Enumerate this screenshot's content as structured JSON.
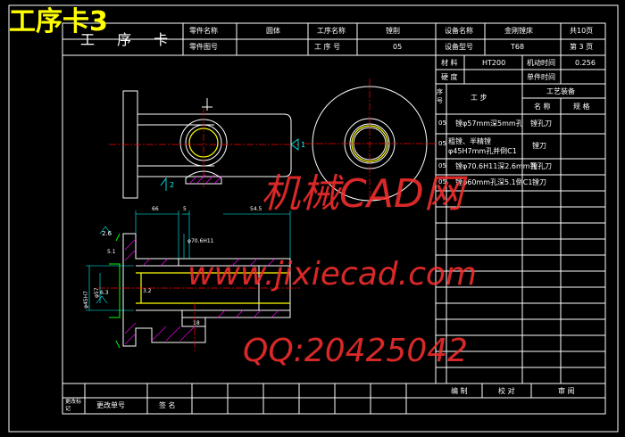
{
  "overlay_title": "工序卡3",
  "card_title": "工 序 卡",
  "header": {
    "part_name_label": "零件名称",
    "part_name": "圆体",
    "process_name_label": "工序名称",
    "process_name": "镗削",
    "equipment_name_label": "设备名称",
    "equipment_name": "金刚镗床",
    "total_pages": "共10页",
    "part_no_label": "零件图号",
    "process_no_label": "工 序 号",
    "process_no": "05",
    "equipment_model_label": "设备型号",
    "equipment_model": "T68",
    "page_no": "第 3 页"
  },
  "info": {
    "material_label": "材 料",
    "material": "HT200",
    "machine_time_label": "机动时间",
    "machine_time": "0.256",
    "hardness_label": "硬 度",
    "unit_time_label": "单件时间"
  },
  "steps_table": {
    "col_seq": "序号",
    "col_content": "工 步",
    "col_equip": "工艺装备",
    "col_name": "名 称",
    "col_spec": "规 格",
    "rows": [
      {
        "seq": "05",
        "content": "镗φ57mm深5mm孔",
        "tool": "镗孔刀"
      },
      {
        "seq": "05",
        "content": "粗镗、半精镗φ45H7mm孔并倒C1",
        "tool": "镗刀"
      },
      {
        "seq": "05",
        "content": "镗φ70.6H11深2.6mm孔",
        "tool": "镗孔刀"
      },
      {
        "seq": "05",
        "content": "镗φ60mm孔深5.1倒C1",
        "tool": "镗刀"
      }
    ]
  },
  "footer": {
    "revision_label": "更改标记",
    "change_doc_label": "更改单号",
    "sign_label": "签 名",
    "compile_label": "编 制",
    "check_label": "校 对",
    "review_label": "审 阅"
  },
  "drawing_labels": {
    "section_mark_1": "1",
    "section_mark_2": "2",
    "roughness_1": "2.6",
    "dim_a": "66",
    "dim_b": "5",
    "dim_c": "54.5",
    "dim_d": "5.1",
    "dim_e": "φ57",
    "dim_f": "φ45H7",
    "dim_g": "φ70.6H11",
    "dim_h": "6.3",
    "dim_i": "3.2",
    "dim_j": "18"
  },
  "watermark": {
    "line1": "机械CAD网",
    "line2": "www.jixiecad.com",
    "line3": "QQ:20425042"
  },
  "colors": {
    "frame": "#ffffff",
    "part": "#00ff00",
    "center": "#ff0000",
    "dim": "#00ffff",
    "hatch": "#ff00ff",
    "overlay_title": "#ffff00",
    "watermark": "#ff3030"
  }
}
